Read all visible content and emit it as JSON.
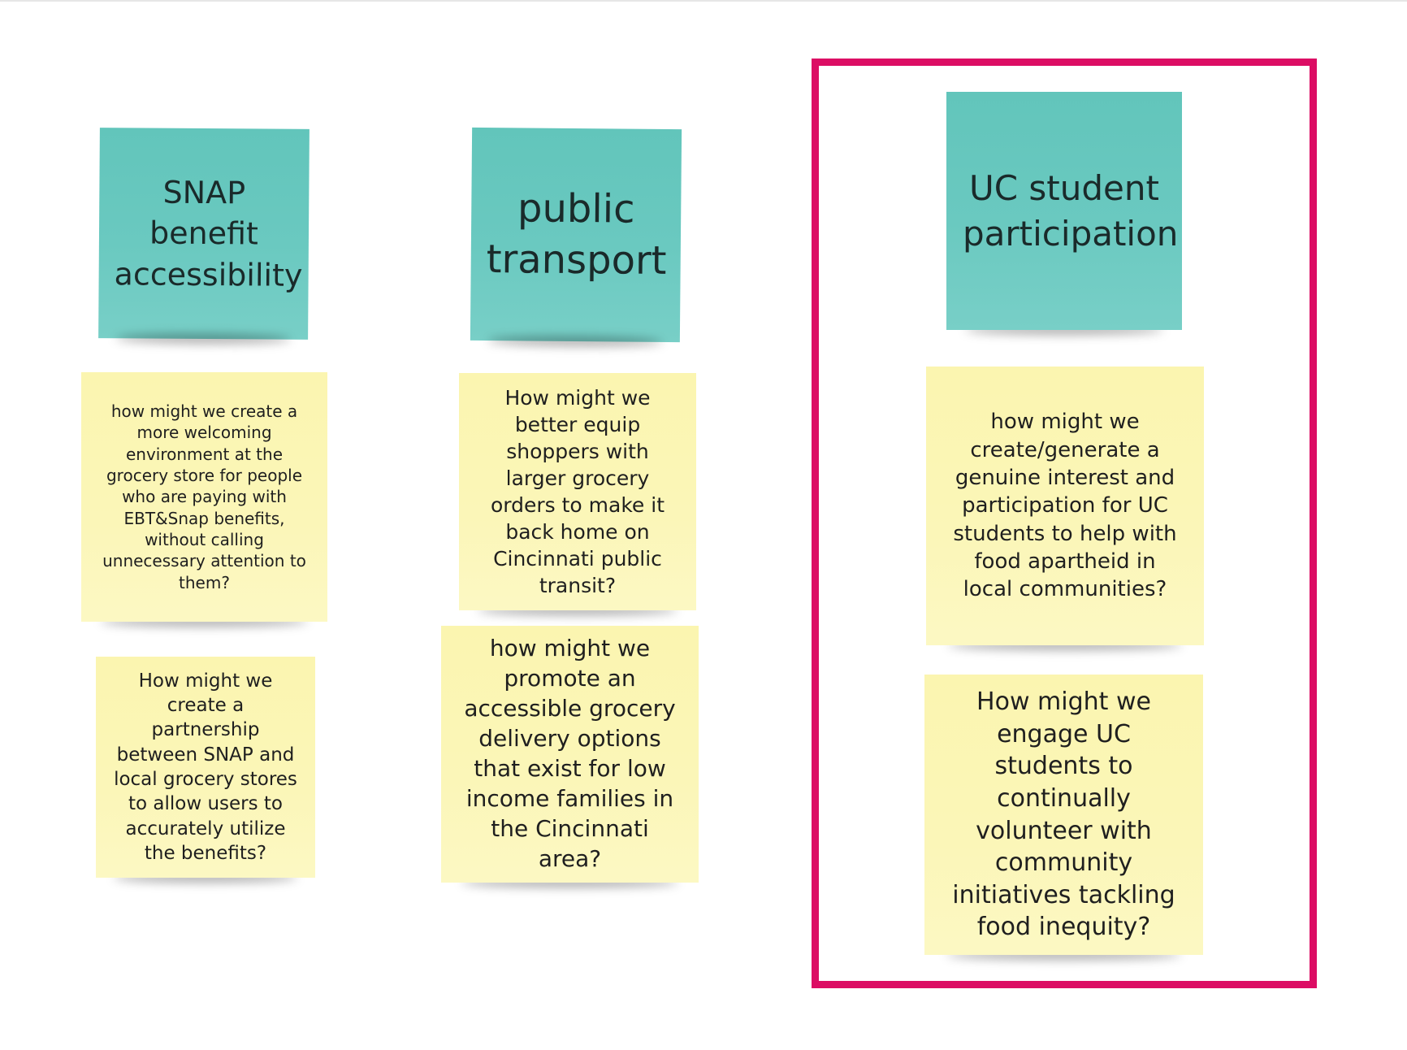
{
  "frame": {
    "color": "#dc0d64"
  },
  "colors": {
    "header_note": "#66c7bd",
    "idea_note": "#fbf6b8"
  },
  "columns": [
    {
      "header": "SNAP benefit accessibility",
      "notes": [
        "how might we create a more welcoming environment at the grocery store for people who are paying with EBT&Snap benefits, without calling unnecessary attention to them?",
        "How might we create a partnership between SNAP and local grocery stores to allow users to accurately utilize the benefits?"
      ]
    },
    {
      "header": "public transport",
      "notes": [
        "How might we better equip shoppers with larger grocery orders to make it back home on Cincinnati public transit?",
        "how might we promote an accessible grocery delivery options that exist for low income families in the Cincinnati area?"
      ]
    },
    {
      "header": "UC student participation",
      "notes": [
        "how might we create/generate a genuine interest and participation for UC students to help with food apartheid in local communities?",
        "How might we engage UC students to continually volunteer with community initiatives tackling food inequity?"
      ]
    }
  ]
}
